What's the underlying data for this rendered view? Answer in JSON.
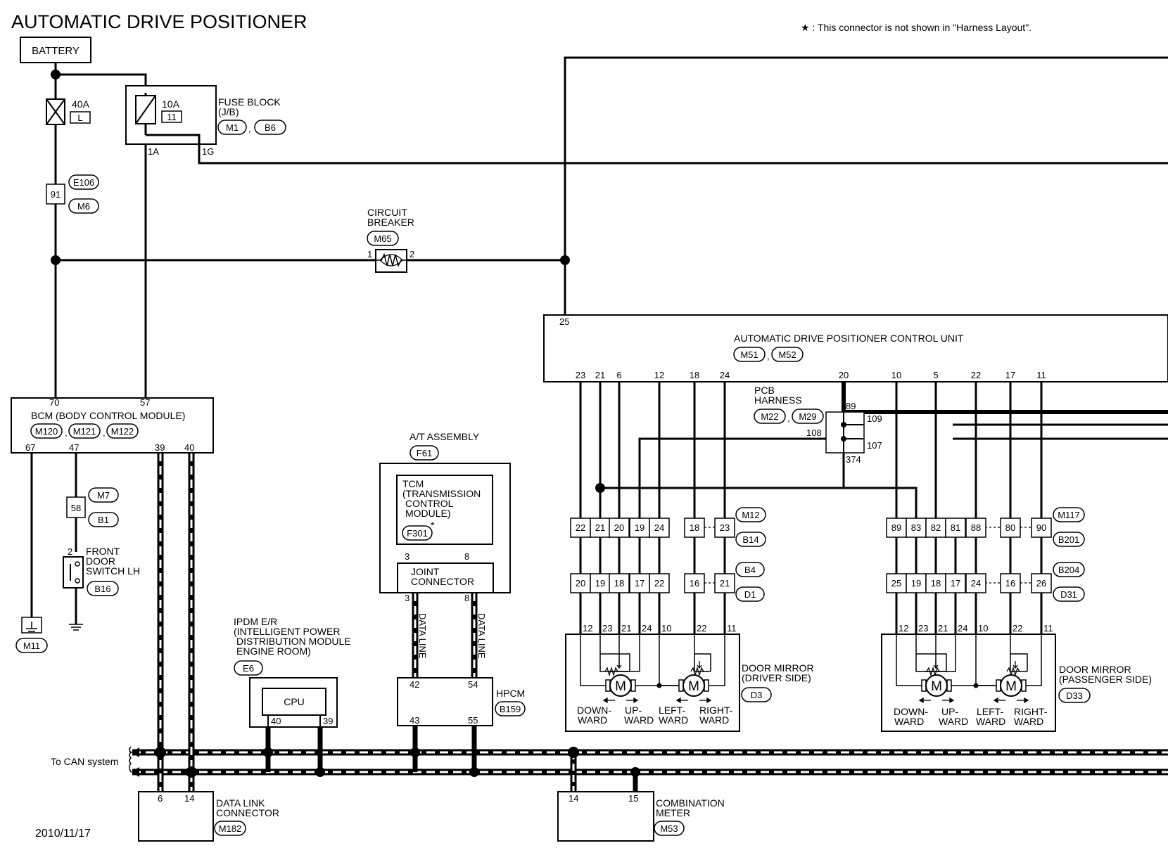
{
  "title": "AUTOMATIC DRIVE POSITIONER",
  "note": "★ : This connector is not shown in \"Harness Layout\".",
  "date": "2010/11/17",
  "can_label": "To CAN system",
  "battery": "BATTERY",
  "fuse_40a": {
    "rating": "40A",
    "id": "L"
  },
  "fuse_10a": {
    "rating": "10A",
    "id": "11"
  },
  "fuse_block": {
    "line1": "FUSE BLOCK",
    "line2": "(J/B)",
    "conn1": "M1",
    "conn2": "B6",
    "pin_a": "1A",
    "pin_g": "1G"
  },
  "conn_91": {
    "pin": "91",
    "c1": "E106",
    "c2": "M6"
  },
  "circuit_breaker": {
    "line1": "CIRCUIT",
    "line2": "BREAKER",
    "conn": "M65",
    "p1": "1",
    "p2": "2"
  },
  "adp": {
    "title": "AUTOMATIC DRIVE POSITIONER CONTROL UNIT",
    "c1": "M51",
    "c2": "M52",
    "pin_top": "25",
    "pins": [
      "23",
      "21",
      "6",
      "12",
      "18",
      "24",
      "20",
      "10",
      "5",
      "22",
      "17",
      "11"
    ]
  },
  "bcm": {
    "title": "BCM (BODY CONTROL MODULE)",
    "c1": "M120",
    "c2": "M121",
    "c3": "M122",
    "pin70": "70",
    "pin57": "57",
    "pin67": "67",
    "pin47": "47",
    "pin39": "39",
    "pin40": "40"
  },
  "ground": {
    "conn": "M11"
  },
  "conn_58": {
    "pin": "58",
    "c1": "M7",
    "c2": "B1"
  },
  "door_switch": {
    "pin": "2",
    "line1": "FRONT",
    "line2": "DOOR",
    "line3": "SWITCH LH",
    "conn": "B16"
  },
  "pcb": {
    "line1": "PCB",
    "line2": "HARNESS",
    "c1": "M22",
    "c2": "M29",
    "p89": "89",
    "p108": "108",
    "p109": "109",
    "p107": "107",
    "p374": "374"
  },
  "at_assembly": {
    "title": "A/T ASSEMBLY",
    "conn": "F61",
    "tcm": [
      "TCM",
      "(TRANSMISSION",
      "CONTROL",
      "MODULE)"
    ],
    "tcm_conn": "F301",
    "joint": [
      "JOINT",
      "CONNECTOR"
    ],
    "p3": "3",
    "p8": "8",
    "data_line": "DATA LINE"
  },
  "ipdm": {
    "lines": [
      "IPDM E/R",
      "(INTELLIGENT POWER",
      "DISTRIBUTION MODULE",
      "ENGINE ROOM)"
    ],
    "conn": "E6",
    "cpu": "CPU",
    "p40": "40",
    "p39": "39"
  },
  "hpcm": {
    "title": "HPCM",
    "conn": "B159",
    "p42": "42",
    "p54": "54",
    "p43": "43",
    "p55": "55"
  },
  "dlc": {
    "line1": "DATA LINK",
    "line2": "CONNECTOR",
    "conn": "M182",
    "p6": "6",
    "p14": "14"
  },
  "meter": {
    "line1": "COMBINATION",
    "line2": "METER",
    "conn": "M53",
    "p14": "14",
    "p15": "15"
  },
  "driver_conn1": {
    "pins": [
      "22",
      "21",
      "20",
      "19",
      "24",
      "18",
      "23"
    ],
    "c1": "M12",
    "c2": "B14"
  },
  "driver_conn2": {
    "pins": [
      "20",
      "19",
      "18",
      "17",
      "22",
      "16",
      "21"
    ],
    "c1": "B4",
    "c2": "D1"
  },
  "driver_mirror": {
    "line1": "DOOR MIRROR",
    "line2": "(DRIVER SIDE)",
    "conn": "D3",
    "pins": [
      "12",
      "23",
      "21",
      "24",
      "10",
      "22",
      "11"
    ],
    "labels": [
      "DOWN-",
      "WARD",
      "UP-",
      "WARD",
      "LEFT-",
      "WARD",
      "RIGHT-",
      "WARD"
    ]
  },
  "pass_conn1": {
    "pins": [
      "89",
      "83",
      "82",
      "81",
      "88",
      "80",
      "90"
    ],
    "c1": "M117",
    "c2": "B201"
  },
  "pass_conn2": {
    "pins": [
      "25",
      "19",
      "18",
      "17",
      "24",
      "16",
      "26"
    ],
    "c1": "B204",
    "c2": "D31"
  },
  "pass_mirror": {
    "line1": "DOOR MIRROR",
    "line2": "(PASSENGER SIDE)",
    "conn": "D33",
    "pins": [
      "12",
      "23",
      "21",
      "24",
      "10",
      "22",
      "11"
    ],
    "labels": [
      "DOWN-",
      "WARD",
      "UP-",
      "WARD",
      "LEFT-",
      "WARD",
      "RIGHT-",
      "WARD"
    ]
  },
  "motor": "M"
}
